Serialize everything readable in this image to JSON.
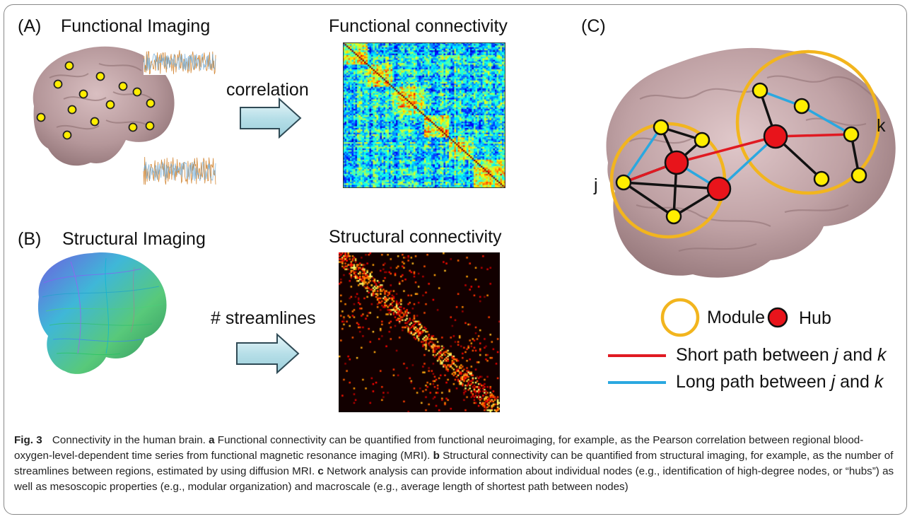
{
  "panel_a": {
    "letter": "(A)",
    "title": "Functional Imaging",
    "arrow_label": "correlation",
    "matrix_title": "Functional connectivity"
  },
  "panel_b": {
    "letter": "(B)",
    "title": "Structural Imaging",
    "arrow_label": "# streamlines",
    "matrix_title": "Structural connectivity"
  },
  "panel_c": {
    "letter": "(C)",
    "node_j": "j",
    "node_k": "k",
    "legend": {
      "module": "Module",
      "hub": "Hub",
      "short_prefix": "Short path between ",
      "long_prefix": "Long path between ",
      "var_j": "j",
      "and": " and ",
      "var_k": "k"
    },
    "colors": {
      "module": "#f2b51e",
      "hub": "#e8141b",
      "node": "#ffee00",
      "short_path": "#e01a22",
      "long_path": "#2aa8e0",
      "brain": "#b89a9c"
    }
  },
  "caption": {
    "fig": "Fig. 3",
    "title": "Connectivity in the human brain.",
    "a_label": "a",
    "a_text": "Functional connectivity can be quantified from functional neuroimaging, for example, as the Pearson correlation between regional blood-oxygen-level-dependent time series from functional magnetic resonance imaging (MRI).",
    "b_label": "b",
    "b_text": "Structural connectivity can be quantified from structural imaging, for example, as the number of streamlines between regions, estimated by using diffusion MRI.",
    "c_label": "c",
    "c_text": "Network analysis can provide information about individual nodes (e.g., identification of high-degree nodes, or “hubs”) as well as mesoscopic properties (e.g., modular organization) and macroscale (e.g., average length of shortest path between nodes)"
  }
}
